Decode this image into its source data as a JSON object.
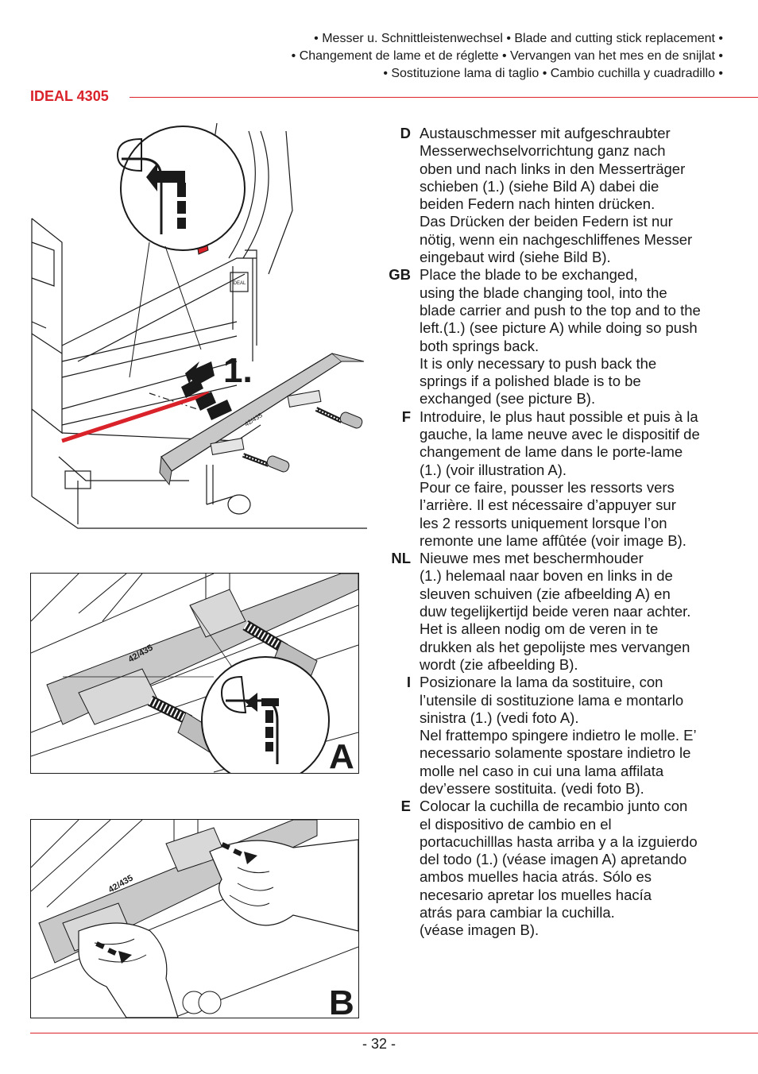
{
  "header": {
    "line1": "• Messer u. Schnittleistenwechsel • Blade and cutting stick replacement •",
    "line2": "• Changement de lame et de réglette • Vervangen van het mes en de snijlat •",
    "line3": "• Sostituzione lama di taglio • Cambio cuchilla y cuadradillo •",
    "model": "IDEAL 4305"
  },
  "figures": {
    "step_label": "1.",
    "tool_label": "42/435",
    "fig_a_label": "A",
    "fig_b_label": "B",
    "small_label": "IDEAL"
  },
  "entries": [
    {
      "code": "D",
      "lines": [
        "Austauschmesser mit aufgeschraubter",
        "Messerwechselvorrichtung ganz nach",
        "oben und nach links in den Messerträger",
        "schieben (1.) (siehe Bild A) dabei die",
        "beiden Federn nach hinten drücken.",
        "Das Drücken der beiden Federn ist nur",
        "nötig, wenn ein nachgeschliffenes Messer",
        "eingebaut wird (siehe Bild B)."
      ]
    },
    {
      "code": "GB",
      "lines": [
        "Place the blade to be exchanged,",
        "using the blade changing tool, into the",
        "blade carrier and push to the top and to the",
        "left.(1.) (see picture A) while doing so push",
        "both springs back.",
        "It is only necessary to push back the",
        "springs if a polished blade is to be",
        "exchanged (see picture B)."
      ]
    },
    {
      "code": "F",
      "lines": [
        "Introduire, le plus haut possible et puis à la",
        "gauche, la lame neuve avec le dispositif de",
        "changement de lame dans le porte-lame",
        "(1.) (voir illustration A).",
        "Pour ce faire, pousser les ressorts vers",
        "l’arrière. Il est nécessaire d’appuyer sur",
        "les 2 ressorts uniquement lorsque l’on",
        "remonte une lame affûtée (voir image B)."
      ]
    },
    {
      "code": "NL",
      "lines": [
        "Nieuwe mes met beschermhouder",
        "(1.) helemaal naar boven en links in de",
        "sleuven schuiven (zie afbeelding A) en",
        "duw tegelijkertijd beide veren naar achter.",
        "Het is alleen nodig om de veren in te",
        "drukken als het gepolijste mes vervangen",
        "wordt (zie afbeelding B)."
      ]
    },
    {
      "code": "I",
      "lines": [
        "Posizionare la lama da sostituire, con",
        "l’utensile di sostituzione lama e montarlo",
        "sinistra (1.) (vedi foto A).",
        "Nel frattempo spingere indietro le molle. E’",
        "necessario solamente spostare indietro le",
        "molle nel caso in cui una lama affilata",
        "dev’essere sostituita. (vedi foto B)."
      ]
    },
    {
      "code": "E",
      "lines": [
        "Colocar la cuchilla de recambio junto con",
        "el dispositivo de cambio en el",
        "portacuchilllas hasta arriba y a la izguierdo",
        "del todo (1.) (véase imagen A) apretando",
        "ambos muelles hacia atrás. Sólo es",
        "necesario apretar los muelles hacía",
        "atrás para cambiar la cuchilla.",
        "(véase imagen B)."
      ]
    }
  ],
  "footer": {
    "page": "- 32 -"
  },
  "colors": {
    "accent": "#d9222a",
    "text": "#1a1a1a",
    "metal": "#c8c8c8"
  }
}
